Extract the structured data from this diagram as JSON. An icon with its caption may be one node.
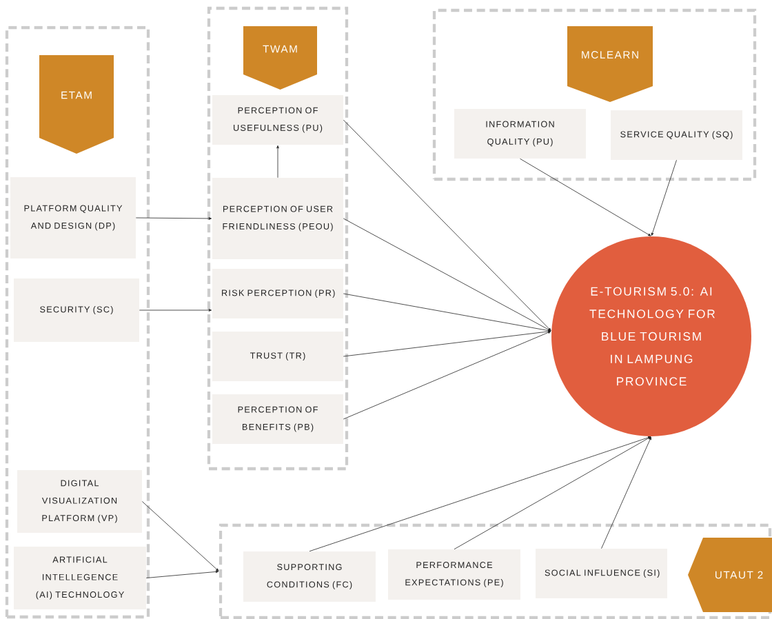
{
  "diagram": {
    "nodes": [
      {
        "text": [
          "ETAM"
        ]
      },
      {
        "text": [
          "PLATFORM QUALITY AND DESIGN (DP)"
        ],
        "in": 0
      },
      {
        "text": [
          "SECURITY (SC)"
        ],
        "in": 0
      },
      {
        "text": [
          "DIGITAL VISUALIZATION PLATFORM (VP)"
        ],
        "in": 0
      },
      {
        "text": [
          "ARTIFICIAL INTELLEGENCE (AI) TECHNOLOGY"
        ],
        "in": 0
      },
      {
        "text": [
          "TWAM"
        ]
      },
      {
        "text": [
          "PERCEPTION OF USEFULNESS (PU)"
        ],
        "in": 5
      },
      {
        "text": [
          "PERCEPTION OF USER FRIENDLINESS (PEOU)"
        ],
        "in": 5
      },
      {
        "text": [
          "RISK PERCEPTION (PR)"
        ],
        "in": 5
      },
      {
        "text": [
          "TRUST (TR)"
        ],
        "in": 5
      },
      {
        "text": [
          "PERCEPTION OF BENEFITS (PB)"
        ],
        "in": 5
      },
      {
        "text": [
          "MCLEARN"
        ]
      },
      {
        "text": [
          "INFORMATION QUALITY (PU)"
        ],
        "in": 11
      },
      {
        "text": [
          "SERVICE QUALITY (SQ)"
        ],
        "in": 11
      },
      {
        "text": [
          "E-TOURISM 5.0: AI TECHNOLOGY FOR BLUE TOURISM IN LAMPUNG PROVINCE"
        ]
      },
      {
        "text": [
          "UTAUT 2"
        ]
      },
      {
        "text": [
          "SUPPORTING CONDITIONS (FC)"
        ],
        "in": 15
      },
      {
        "text": [
          "PERFORMANCE EXPECTATIONS (PE)"
        ],
        "in": 15
      },
      {
        "text": [
          "SOCIAL INFLUENCE (SI)"
        ],
        "in": 15
      }
    ],
    "edges": [
      {
        "from": 1,
        "to": 7,
        "arrow": "to"
      },
      {
        "from": 2,
        "to": 8,
        "arrow": "to"
      },
      {
        "from": 7,
        "to": 6,
        "arrow": "to"
      },
      {
        "from": 6,
        "to": 14,
        "arrow": "to"
      },
      {
        "from": 7,
        "to": 14,
        "arrow": "to"
      },
      {
        "from": 8,
        "to": 14,
        "arrow": "to"
      },
      {
        "from": 9,
        "to": 14,
        "arrow": "to"
      },
      {
        "from": 10,
        "to": 14,
        "arrow": "to"
      },
      {
        "from": 12,
        "to": 14,
        "arrow": "to"
      },
      {
        "from": 13,
        "to": 14,
        "arrow": "to"
      },
      {
        "from": 16,
        "to": 14,
        "arrow": "to"
      },
      {
        "from": 17,
        "to": 14,
        "arrow": "to"
      },
      {
        "from": 18,
        "to": 14,
        "arrow": "to"
      },
      {
        "from": 3,
        "to": 15,
        "arrow": "to"
      },
      {
        "from": 4,
        "to": 15,
        "arrow": "to"
      }
    ]
  }
}
